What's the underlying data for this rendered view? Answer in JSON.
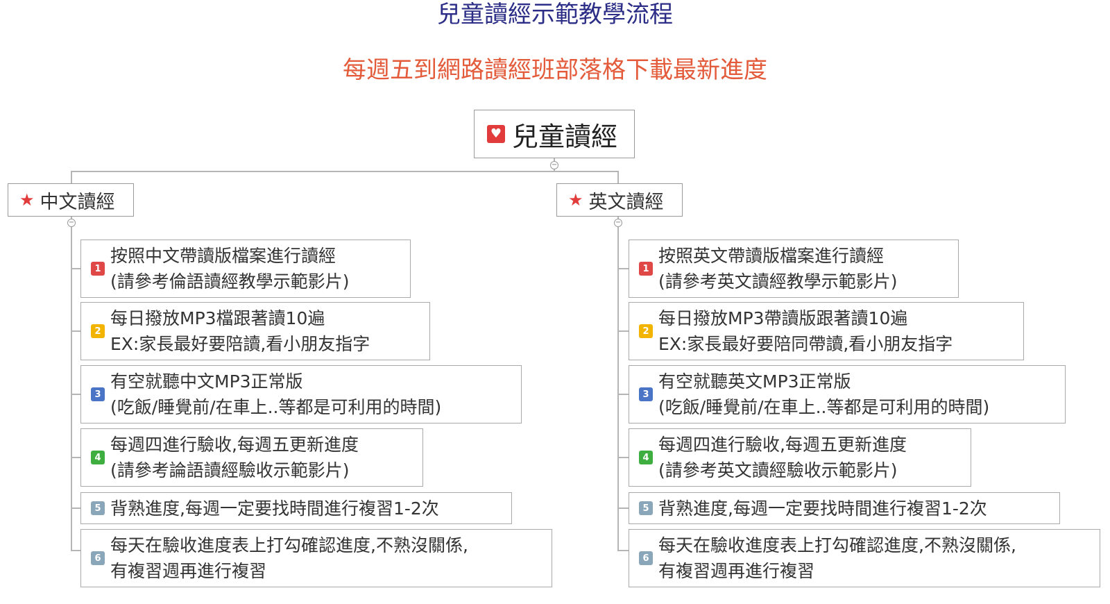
{
  "title": "兒童讀經示範教學流程",
  "subtitle": "每週五到網路讀經班部落格下載最新進度",
  "root": {
    "label": "兒童讀經",
    "icon": "heart-icon"
  },
  "branches": [
    {
      "label": "中文讀經",
      "icon": "star-icon",
      "steps": [
        {
          "num": "1",
          "lines": [
            "按照中文帶讀版檔案進行讀經",
            "(請參考倫語讀經教學示範影片)"
          ]
        },
        {
          "num": "2",
          "lines": [
            "每日撥放MP3檔跟著讀10遍",
            "EX:家長最好要陪讀,看小朋友指字"
          ]
        },
        {
          "num": "3",
          "lines": [
            "有空就聽中文MP3正常版",
            "(吃飯/睡覺前/在車上..等都是可利用的時間)"
          ]
        },
        {
          "num": "4",
          "lines": [
            "每週四進行驗收,每週五更新進度",
            "(請參考論語讀經驗收示範影片)"
          ]
        },
        {
          "num": "5",
          "lines": [
            "背熟進度,每週一定要找時間進行複習1-2次"
          ]
        },
        {
          "num": "6",
          "lines": [
            "每天在驗收進度表上打勾確認進度,不熟沒關係,",
            "有複習週再進行複習"
          ]
        }
      ]
    },
    {
      "label": "英文讀經",
      "icon": "star-icon",
      "steps": [
        {
          "num": "1",
          "lines": [
            "按照英文帶讀版檔案進行讀經",
            "(請參考英文讀經教學示範影片)"
          ]
        },
        {
          "num": "2",
          "lines": [
            "每日撥放MP3帶讀版跟著讀10遍",
            "EX:家長最好要陪同帶讀,看小朋友指字"
          ]
        },
        {
          "num": "3",
          "lines": [
            "有空就聽英文MP3正常版",
            "(吃飯/睡覺前/在車上..等都是可利用的時間)"
          ]
        },
        {
          "num": "4",
          "lines": [
            "每週四進行驗收,每週五更新進度",
            "(請參考英文讀經驗收示範影片)"
          ]
        },
        {
          "num": "5",
          "lines": [
            "背熟進度,每週一定要找時間進行複習1-2次"
          ]
        },
        {
          "num": "6",
          "lines": [
            "每天在驗收進度表上打勾確認進度,不熟沒關係,",
            "有複習週再進行複習"
          ]
        }
      ]
    }
  ],
  "colors": {
    "title": "#2b2d86",
    "subtitle": "#e35b3a",
    "accent_red": "#e23b3b",
    "badge_1": "#e04848",
    "badge_2": "#f3b400",
    "badge_3": "#4a74c6",
    "badge_4": "#3dae3f",
    "badge_5": "#8aa7b9",
    "badge_6": "#8aa7b9"
  }
}
